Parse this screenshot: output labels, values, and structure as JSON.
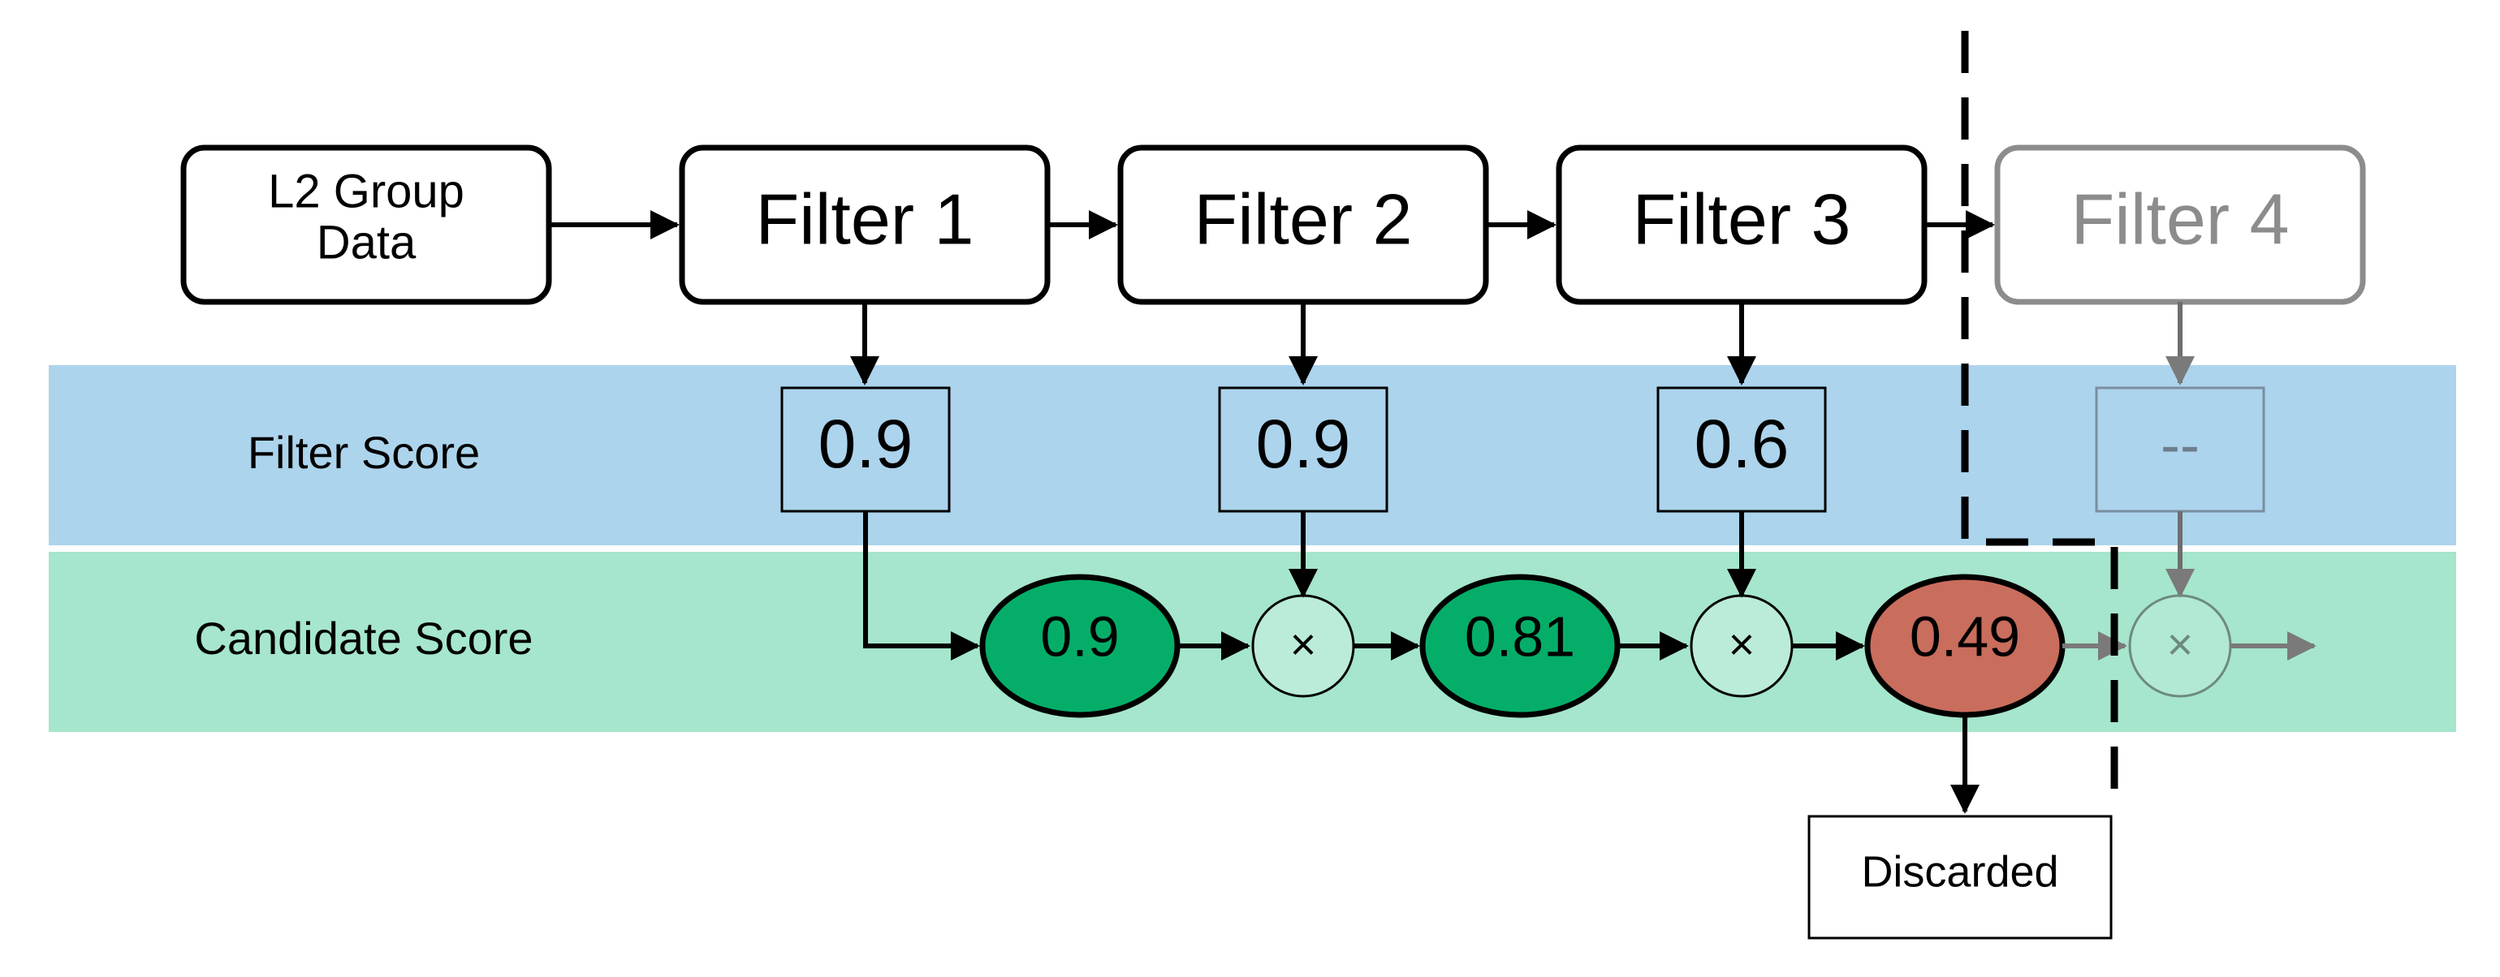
{
  "source_box": {
    "lines": [
      "L2 Group",
      "Data"
    ]
  },
  "filters": [
    {
      "label": "Filter 1",
      "score": "0.9",
      "active": true
    },
    {
      "label": "Filter 2",
      "score": "0.9",
      "active": true
    },
    {
      "label": "Filter 3",
      "score": "0.6",
      "active": true
    },
    {
      "label": "Filter 4",
      "score": "--",
      "active": false
    }
  ],
  "bands": {
    "filter_score": {
      "label": "Filter Score",
      "color": "#acd4ec"
    },
    "candidate_score": {
      "label": "Candidate Score",
      "color": "#a5e6cc"
    }
  },
  "candidates": [
    {
      "value": "0.9",
      "status": "pass",
      "color": "#05ae68"
    },
    {
      "value": "0.81",
      "status": "pass",
      "color": "#05ae68"
    },
    {
      "value": "0.49",
      "status": "fail",
      "color": "#c96d5d"
    }
  ],
  "multiply_symbol": "×",
  "discarded_label": "Discarded",
  "colors": {
    "active_stroke": "#000000",
    "inactive": "#8c8c8c"
  }
}
